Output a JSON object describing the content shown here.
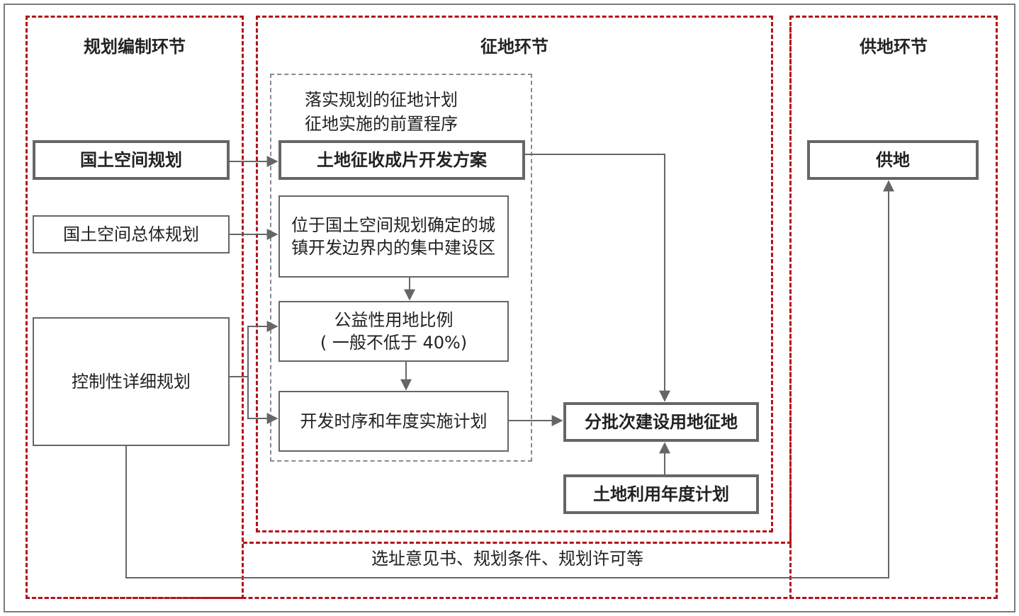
{
  "sections": {
    "planning": "规划编制环节",
    "expropriation": "征地环节",
    "supply": "供地环节"
  },
  "notes": {
    "line1": "落实规划的征地计划",
    "line2": "征地实施的前置程序"
  },
  "boxes": {
    "national_plan": "国土空间规划",
    "overall_plan": "国土空间总体规划",
    "detailed_plan": "控制性详细规划",
    "development_scheme": "土地征收成片开发方案",
    "within_boundary": "位于国土空间规划确定的城镇开发边界内的集中建设区",
    "public_ratio_line1": "公益性用地比例",
    "public_ratio_line2": "( 一般不低于 40%)",
    "schedule": "开发时序和年度实施计划",
    "batch_expropriation": "分批次建设用地征地",
    "annual_land_plan": "土地利用年度计划",
    "supply": "供地"
  },
  "bottom_label": "选址意见书、规划条件、规划许可等",
  "colors": {
    "dash_red": "#b5121b",
    "line_grey": "#666666"
  }
}
